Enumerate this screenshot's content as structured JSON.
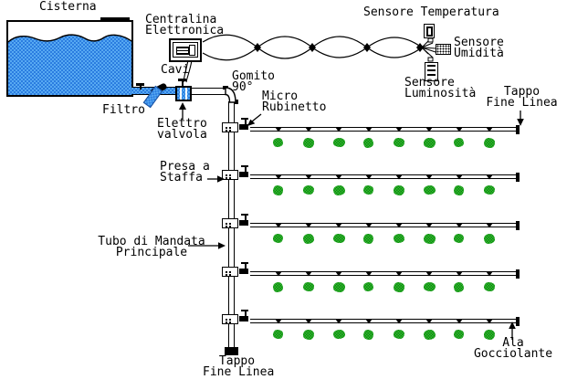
{
  "labels": {
    "cisterna": "Cisterna",
    "centralina_line1": "Centralina",
    "centralina_line2": "Elettronica",
    "cavi": "Cavi",
    "sensore_temperatura": "Sensore Temperatura",
    "sensore_umidita_line1": "Sensore",
    "sensore_umidita_line2": "Umidità",
    "sensore_luminosita_line1": "Sensore",
    "sensore_luminosita_line2": "Luminosità",
    "gomito_line1": "Gomito",
    "gomito_line2": "90°",
    "micro_rubinetto_line1": "Micro",
    "micro_rubinetto_line2": "Rubinetto",
    "filtro": "Filtro",
    "elettrovalvola_line1": "Elettro",
    "elettrovalvola_line2": "valvola",
    "presa_staffa_line1": "Presa a",
    "presa_staffa_line2": "Staffa",
    "tubo_mandata_line1": "Tubo di Mandata",
    "tubo_mandata_line2": "Principale",
    "tappo_top_line1": "Tappo",
    "tappo_top_line2": "Fine Linea",
    "tappo_bottom_line1": "Tappo",
    "tappo_bottom_line2": "Fine Linea",
    "ala_line1": "Ala",
    "ala_line2": "Gocciolante"
  },
  "colors": {
    "water_blue": "#2b7de0",
    "water_blue_light": "#57a9f2",
    "plant_green": "#0b8f0b",
    "plant_green_light": "#36b336",
    "line_black": "#000000"
  },
  "irrigation": {
    "num_drip_lines": 5,
    "emitters_per_line": 8,
    "plants_per_line": 8,
    "line_y_centers": [
      142,
      194,
      247,
      300,
      352
    ],
    "emitter_x": [
      305,
      338,
      371,
      404,
      437,
      470,
      503,
      536
    ],
    "line_x_start": 274,
    "line_x_end": 567
  }
}
